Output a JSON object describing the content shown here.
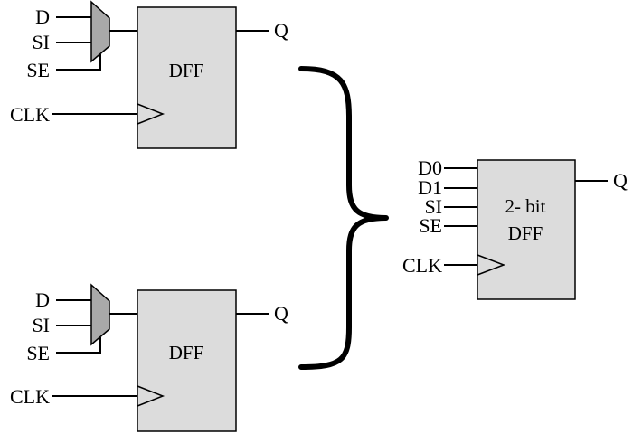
{
  "top_cell": {
    "input_d": "D",
    "input_si": "SI",
    "input_se": "SE",
    "input_clk": "CLK",
    "box_label": "DFF",
    "output_q": "Q"
  },
  "bottom_cell": {
    "input_d": "D",
    "input_si": "SI",
    "input_se": "SE",
    "input_clk": "CLK",
    "box_label": "DFF",
    "output_q": "Q"
  },
  "merged_cell": {
    "input_d0": "D0",
    "input_d1": "D1",
    "input_si": "SI",
    "input_se": "SE",
    "input_clk": "CLK",
    "box_label_line1": "2- bit",
    "box_label_line2": "DFF",
    "output_q": "Q"
  },
  "colors": {
    "flipflop_fill": "#dcdcdc",
    "mux_fill": "#a9a9a9",
    "line": "#000000"
  }
}
